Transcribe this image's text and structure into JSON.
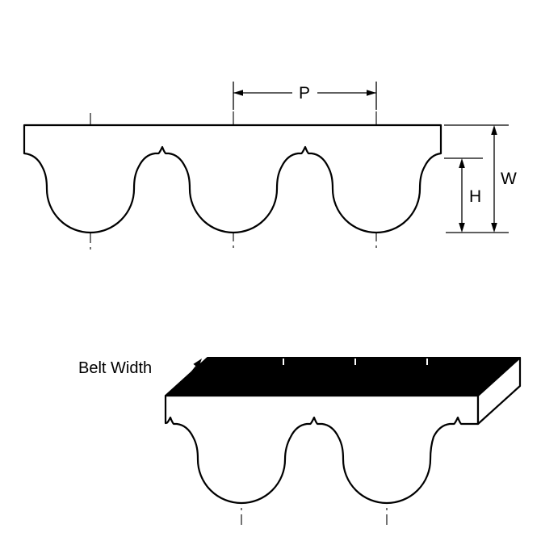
{
  "figure": {
    "background": "#ffffff",
    "line_color": "#000000",
    "top_face_color": "#000000",
    "belt_fill": "#ffffff"
  },
  "labels": {
    "pitch": "P",
    "width": "W",
    "height": "H",
    "belt_width": "Belt Width"
  }
}
